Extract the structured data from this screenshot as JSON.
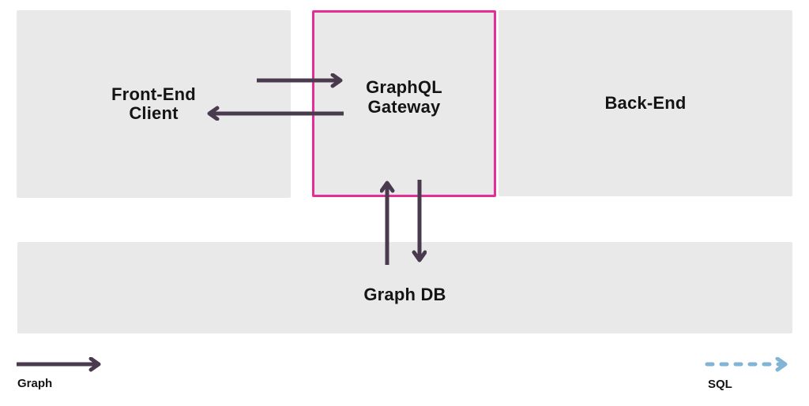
{
  "nodes": {
    "front_end_client": {
      "label": "Front-End\nClient"
    },
    "graphql_gateway": {
      "label": "GraphQL\nGateway"
    },
    "back_end": {
      "label": "Back-End"
    },
    "graph_db": {
      "label": "Graph DB"
    }
  },
  "edges": [
    {
      "from": "front_end_client",
      "to": "graphql_gateway",
      "type": "graph",
      "direction": "right"
    },
    {
      "from": "graphql_gateway",
      "to": "front_end_client",
      "type": "graph",
      "direction": "left"
    },
    {
      "from": "graph_db",
      "to": "graphql_gateway",
      "type": "graph",
      "direction": "up"
    },
    {
      "from": "graphql_gateway",
      "to": "graph_db",
      "type": "graph",
      "direction": "down"
    }
  ],
  "legend": {
    "graph": {
      "label": "Graph",
      "style": "solid-arrow"
    },
    "sql": {
      "label": "SQL",
      "style": "dashed-arrow"
    }
  },
  "colors": {
    "node_fill": "#e9e9e9",
    "gateway_border": "#e62d96",
    "graph_arrow": "#493a4e",
    "sql_arrow": "#82b4d6",
    "text": "#141414"
  }
}
